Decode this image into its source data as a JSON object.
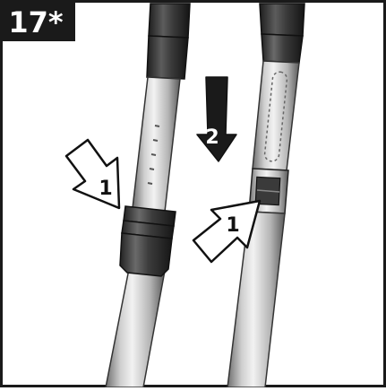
{
  "figure": {
    "step_label": "17*",
    "left_arrow_label": "1",
    "down_arrow_label": "2",
    "right_arrow_label": "1"
  },
  "colors": {
    "frame": "#1a1a1a",
    "label_background": "#1a1a1a",
    "label_text": "#ffffff",
    "tube_light": "#d9d9d9",
    "tube_mid": "#a6a6a6",
    "tube_dark": "#4a4a4a",
    "coupling": "#2e2e2e",
    "arrow_outline": "#111111",
    "arrow_fill": "#ffffff",
    "arrow_solid": "#1a1a1a"
  }
}
